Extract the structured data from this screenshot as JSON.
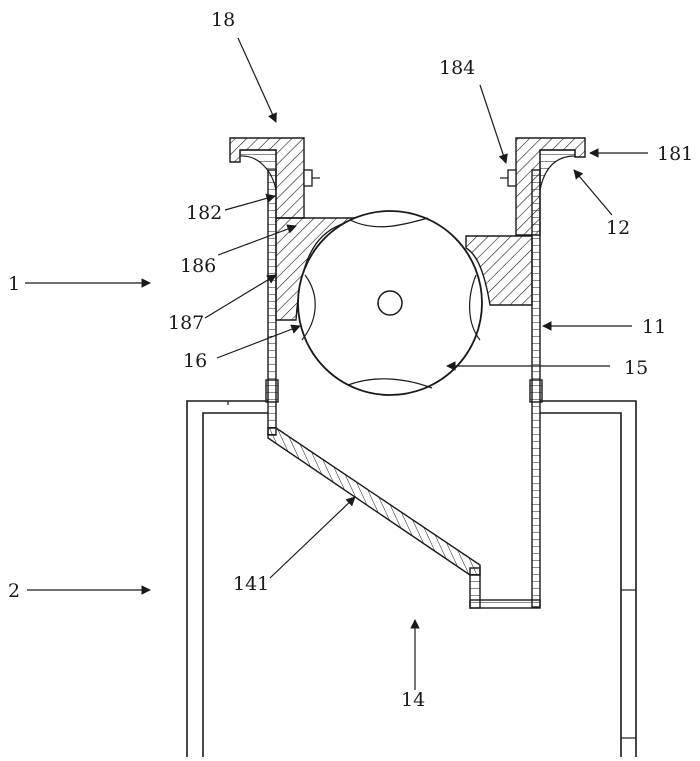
{
  "figure": {
    "labels": {
      "l18": "18",
      "l184": "184",
      "l181": "181",
      "l12": "12",
      "l182": "182",
      "l186": "186",
      "l1": "1",
      "l187": "187",
      "l11": "11",
      "l16": "16",
      "l15": "15",
      "l141": "141",
      "l2": "2",
      "l14": "14"
    }
  }
}
